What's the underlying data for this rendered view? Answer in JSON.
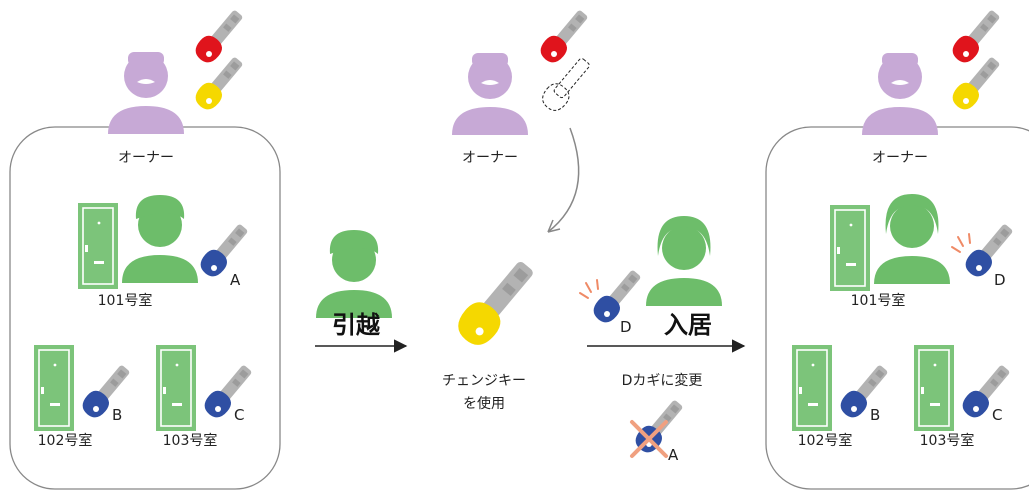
{
  "owner_label": "オーナー",
  "left_panel": {
    "rooms": [
      {
        "name": "101号室",
        "key": "A"
      },
      {
        "name": "102号室",
        "key": "B"
      },
      {
        "name": "103号室",
        "key": "C"
      }
    ]
  },
  "step_move_out": {
    "label": "引越"
  },
  "change_key": {
    "line1": "チェンジキー",
    "line2": "を使用"
  },
  "step_move_in": {
    "label": "入居",
    "new_key": "D",
    "caption": "Dカギに変更",
    "discarded_key": "A"
  },
  "right_panel": {
    "rooms": [
      {
        "name": "101号室",
        "key": "D"
      },
      {
        "name": "102号室",
        "key": "B"
      },
      {
        "name": "103号室",
        "key": "C"
      }
    ]
  },
  "colors": {
    "owner": "#c7a9d6",
    "tenant": "#6dbd6a",
    "door": "#7cc47a",
    "key_red": "#e0141c",
    "key_yellow": "#f5d800",
    "key_blue": "#2f4fa3",
    "key_gray": "#b3b3b3",
    "cross": "#f0a080",
    "spark": "#ef8a66"
  }
}
